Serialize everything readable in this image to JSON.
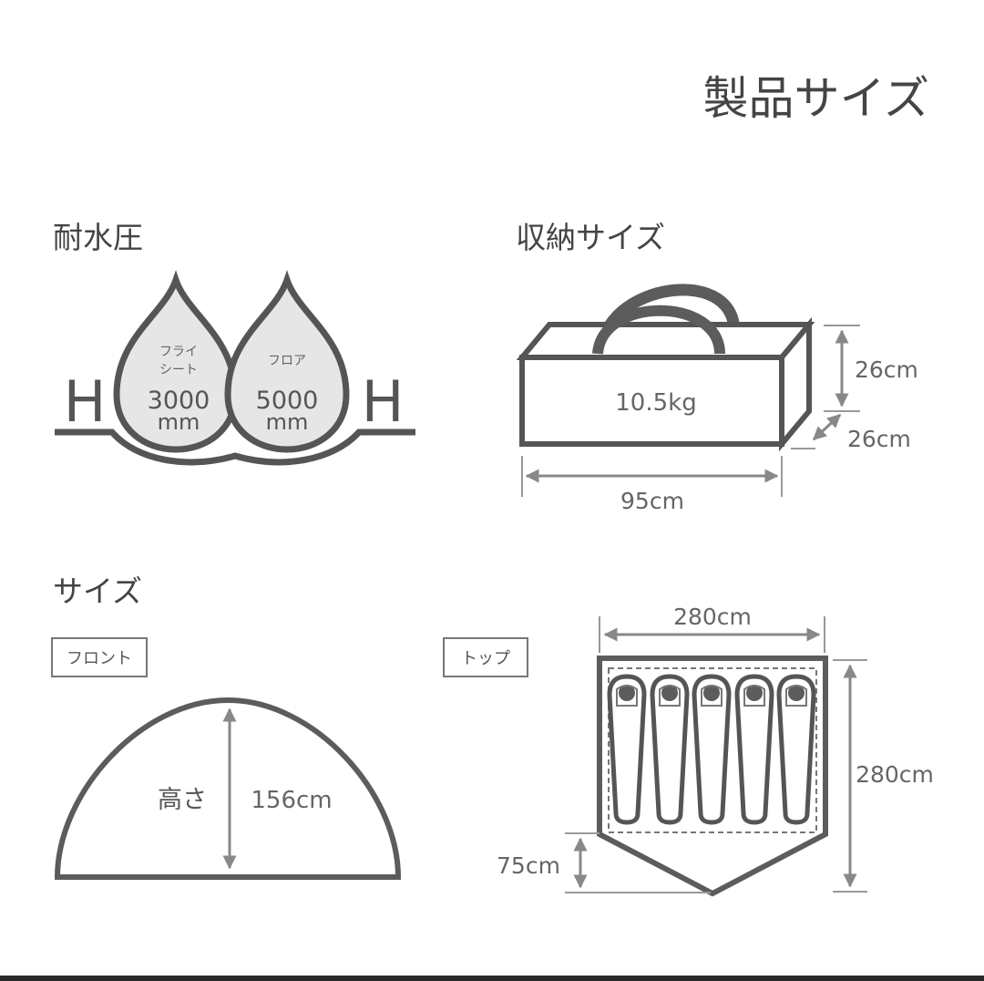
{
  "title": "製品サイズ",
  "waterproof": {
    "heading": "耐水圧",
    "letter": "H",
    "fly": {
      "label_line1": "フライ",
      "label_line2": "シート",
      "value": "3000",
      "unit": "mm"
    },
    "floor": {
      "label": "フロア",
      "value": "5000",
      "unit": "mm"
    }
  },
  "storage": {
    "heading": "収納サイズ",
    "weight": "10.5kg",
    "height": "26cm",
    "depth": "26cm",
    "length": "95cm"
  },
  "size": {
    "heading": "サイズ",
    "front": {
      "tag": "フロント",
      "height_label": "高さ",
      "height_value": "156cm"
    },
    "top": {
      "tag": "トップ",
      "width": "280cm",
      "length": "280cm",
      "vestibule": "75cm"
    }
  },
  "colors": {
    "line": "#555555",
    "fill": "#e6e6e6",
    "accent": "#5c5c5c"
  }
}
